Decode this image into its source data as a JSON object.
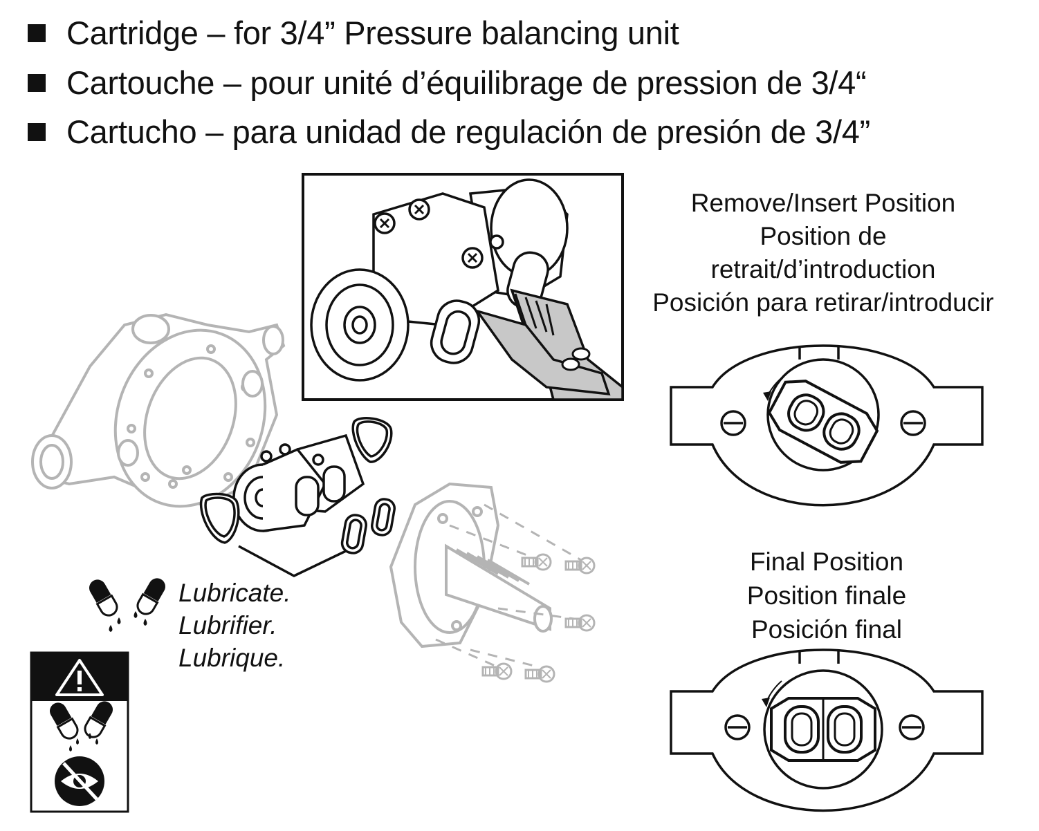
{
  "headings": [
    "Cartridge – for 3/4” Pressure balancing unit",
    "Cartouche – pour unité d’équilibrage de pression de 3/4“",
    "Cartucho – para unidad de regulación de presión de 3/4”"
  ],
  "insert_position": {
    "lines": [
      "Remove/Insert Position",
      "Position de",
      "retrait/d’introduction",
      "Posición para retirar/introducir"
    ]
  },
  "final_position": {
    "lines": [
      "Final Position",
      "Position finale",
      "Posición final"
    ]
  },
  "lubricate": {
    "lines": [
      "Lubricate.",
      "Lubrifier.",
      "Lubrique."
    ]
  },
  "icons": {
    "warning": "warning-triangle-icon",
    "grease": "grease-capsule-icon",
    "eye": "eye-protection-icon"
  },
  "colors": {
    "ink": "#111111",
    "ghost": "#b4b4b4",
    "tool_fill": "#c8c8c8"
  }
}
